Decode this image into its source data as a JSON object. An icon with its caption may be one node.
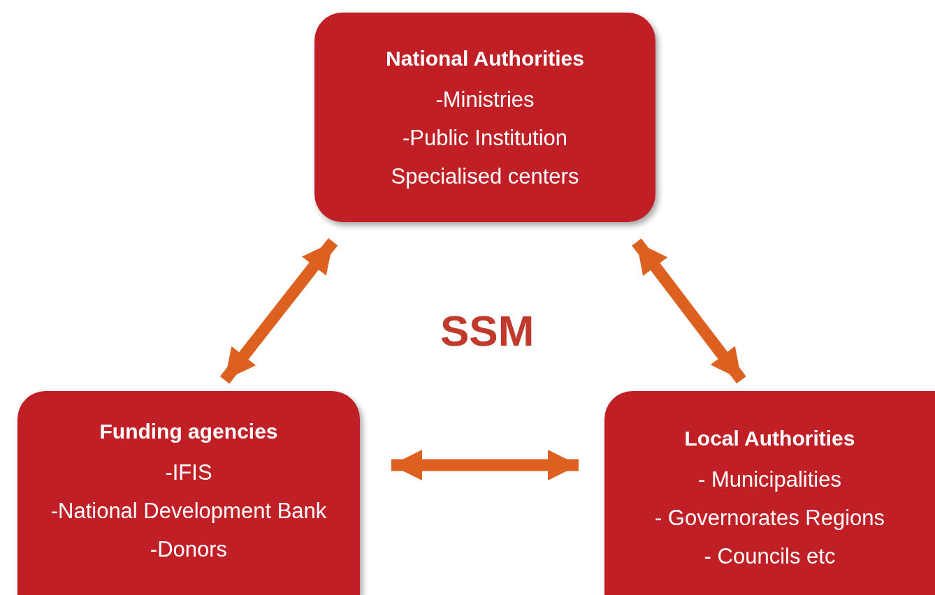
{
  "diagram": {
    "nodes": [
      {
        "text": [
          "National Authorities",
          "-Ministries",
          "-Public Institution",
          "Specialised centers"
        ]
      },
      {
        "text": [
          "Funding agencies",
          "-IFIS",
          "-National Development Bank",
          "-Donors"
        ]
      },
      {
        "text": [
          "Local Authorities",
          "- Municipalities",
          "- Governorates Regions",
          "- Councils etc"
        ]
      }
    ],
    "edges": [
      {
        "from": 0,
        "to": 1,
        "arrow": "both"
      },
      {
        "from": 0,
        "to": 2,
        "arrow": "both"
      },
      {
        "from": 1,
        "to": 2,
        "arrow": "both"
      }
    ],
    "labels": [
      "SSM"
    ]
  }
}
